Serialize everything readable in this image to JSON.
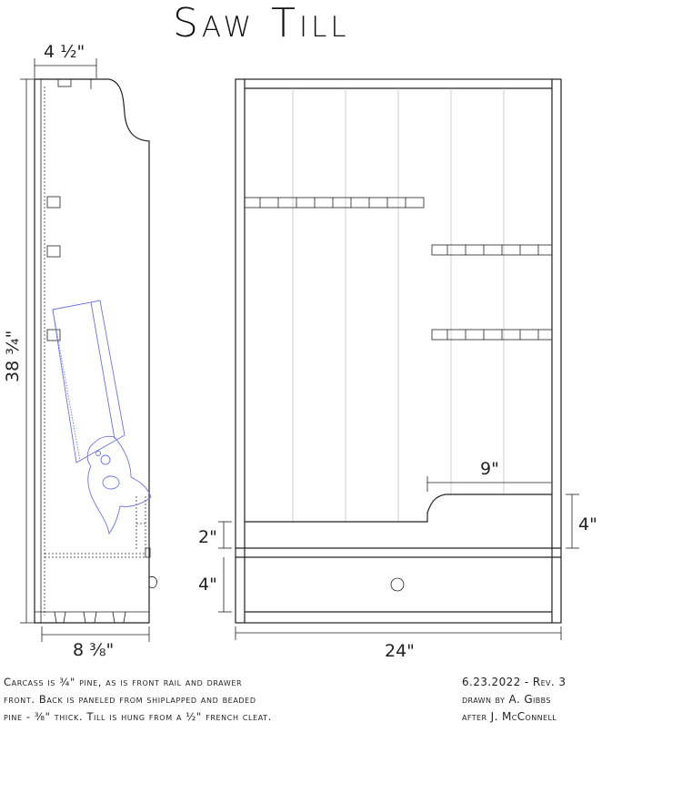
{
  "title": "Saw Till",
  "dimensions": {
    "side_depth_top": "4 ½\"",
    "side_height": "38 ¾\"",
    "side_depth_bottom": "8 ⅜\"",
    "front_width": "24\"",
    "rack_width": "9\"",
    "rail_height": "2\"",
    "drawer_height": "4\"",
    "rack_height": "4\""
  },
  "notes": {
    "line1": "Carcass is ¾\" pine, as is front rail and drawer",
    "line2": "front. Back is paneled from shiplapped and beaded",
    "line3": "pine - ⅜\" thick. Till is hung from a ½\" french cleat."
  },
  "meta": {
    "date_rev": "6.23.2022 - Rev. 3",
    "drawn_by": "drawn by A. Gibbs",
    "after": "after J. McConnell"
  },
  "colors": {
    "line": "#222222",
    "saw_outline": "#6f74d8",
    "background": "#ffffff"
  }
}
